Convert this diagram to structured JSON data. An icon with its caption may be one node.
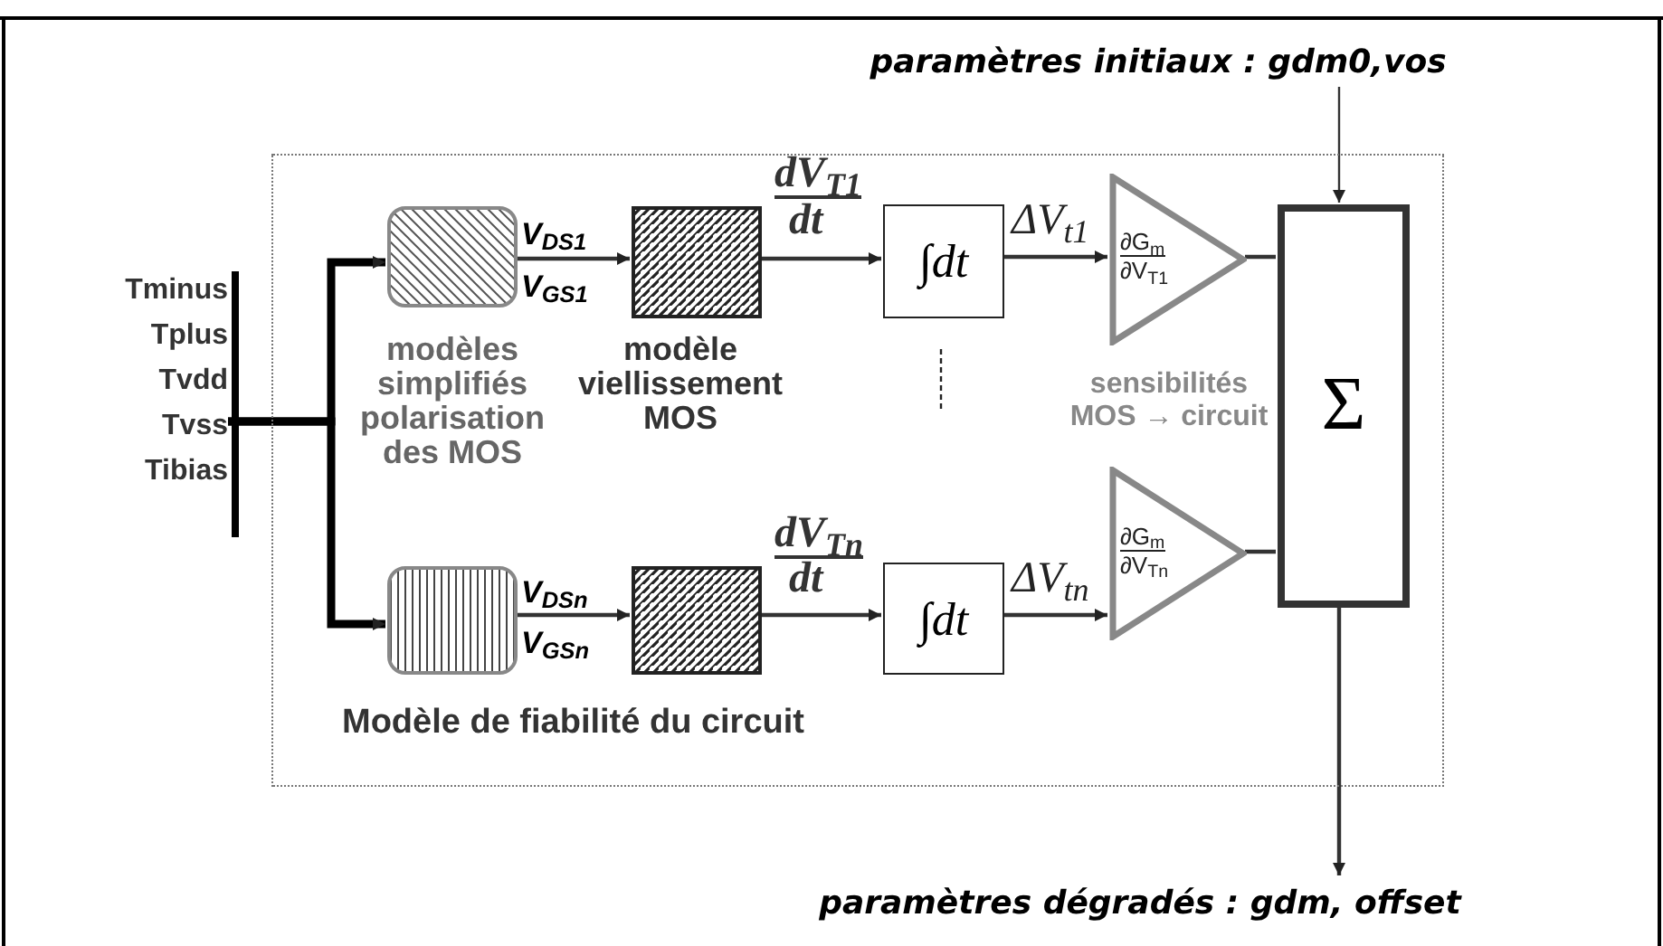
{
  "diagram": {
    "nodes": [
      {
        "text": [
          "Modèle de fiabilité du circuit"
        ]
      },
      {
        "text": [
          "Tminus",
          "Tplus",
          "Tvdd",
          "Tvss",
          "Tibias"
        ]
      },
      {
        "text": [],
        "shape": "box",
        "in": 0,
        "beside": [
          "V$_{GS1}$"
        ]
      },
      {
        "text": [],
        "shape": "box",
        "in": 0,
        "beside": [
          "modèle viellissement MOS"
        ]
      },
      {
        "text": [
          "∫dt"
        ],
        "in": 0
      },
      {
        "text": [
          "∂G$_{m}$",
          "∂V$_{T1}$"
        ],
        "in": 0
      },
      {
        "text": [],
        "shape": "box",
        "in": 0,
        "beside": [
          "V$_{GSn}$"
        ]
      },
      {
        "text": [],
        "shape": "box",
        "in": 0
      },
      {
        "text": [
          "∫dt"
        ],
        "in": 0
      },
      {
        "text": [
          "∂G$_{m}$",
          "∂V$_{Tn}$"
        ],
        "in": 0
      },
      {
        "text": [
          "Σ"
        ],
        "in": 0
      },
      {
        "text": [
          "paramètres initiaux : gdm0,vos"
        ]
      },
      {
        "text": [
          "paramètres dégradés : gdm, offset"
        ]
      }
    ],
    "edges": [
      {
        "from": 1,
        "to": 2,
        "arrow": "to",
        "style": "thick"
      },
      {
        "from": 1,
        "to": 6,
        "arrow": "to",
        "style": "thick"
      },
      {
        "from": 2,
        "to": 3,
        "arrow": "to",
        "label": "V$_{DS1}$"
      },
      {
        "from": 3,
        "to": 4,
        "arrow": "to",
        "label": "dV$_{T1}$"
      },
      {
        "from": 4,
        "to": 5,
        "arrow": "to",
        "label": "ΔV$_{t1}$"
      },
      {
        "from": 5,
        "to": 10,
        "arrow": "none"
      },
      {
        "from": 6,
        "to": 7,
        "arrow": "to",
        "label": "V$_{DSn}$"
      },
      {
        "from": 7,
        "to": 8,
        "arrow": "to",
        "label": "dV$_{Tn}$"
      },
      {
        "from": 8,
        "to": 9,
        "arrow": "to",
        "label": "ΔV$_{tn}$"
      },
      {
        "from": 9,
        "to": 10,
        "arrow": "none"
      },
      {
        "from": 11,
        "to": 10,
        "arrow": "to"
      },
      {
        "from": 10,
        "to": 12,
        "arrow": "to"
      }
    ],
    "labels": [
      "dt",
      "modèles simplifiés polarisation des MOS",
      "sensibilités MOS → circuit",
      "dt"
    ]
  }
}
